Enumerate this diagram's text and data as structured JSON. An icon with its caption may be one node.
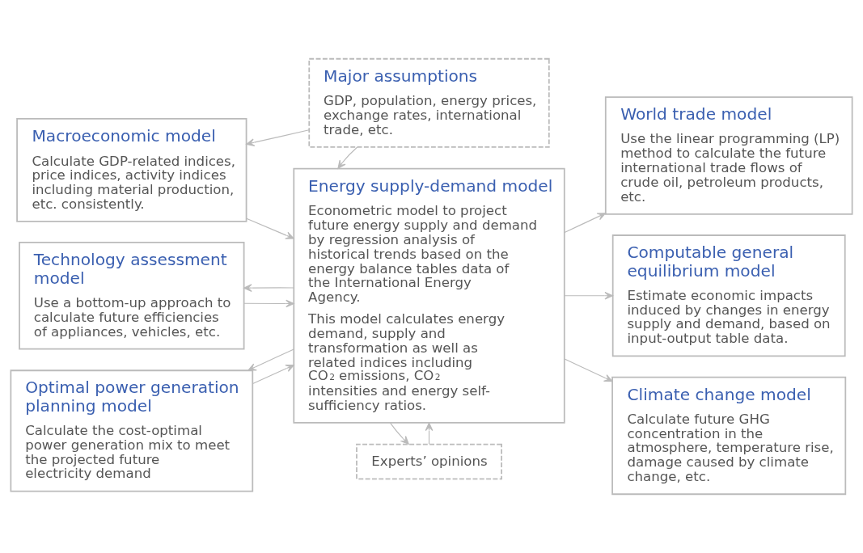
{
  "diagram": {
    "nodes": [
      {
        "text": [
          "Major assumptions",
          "GDP, population, energy prices, exchange rates, international trade, etc."
        ]
      },
      {
        "text": [
          "Macroeconomic model",
          "Calculate GDP-related indices, price indices, activity indices including material production, etc. consistently."
        ]
      },
      {
        "text": [
          "Technology assessment model",
          "Use a bottom-up approach to calculate future efficiencies of appliances, vehicles, etc."
        ]
      },
      {
        "text": [
          "Optimal power generation planning model",
          "Calculate the cost-optimal power generation mix to meet the projected future electricity demand"
        ]
      },
      {
        "text": [
          "Energy supply-demand model",
          "Econometric model to project future energy supply and demand by regression analysis of historical trends based on the energy balance tables data of the International Energy Agency.",
          "This model calculates energy demand, supply and transformation as well as related indices including CO$_{2}$ emissions, CO$_{2}$ intensities and energy self-sufficiency ratios."
        ]
      },
      {
        "text": [
          "World trade model",
          "Use the linear programming (LP) method to calculate the future international trade flows of crude oil, petroleum products, etc."
        ]
      },
      {
        "text": [
          "Computable general equilibrium model",
          "Estimate economic impacts induced by changes in energy supply and demand, based on input-output table data."
        ]
      },
      {
        "text": [
          "Climate change model",
          "Calculate future GHG concentration in the atmosphere, temperature rise, damage caused by climate change, etc."
        ]
      },
      {
        "text": [
          "Experts’ opinions"
        ]
      }
    ],
    "edges": [
      {
        "from": 0,
        "to": 1,
        "arrow": "to"
      },
      {
        "from": 0,
        "to": 4,
        "arrow": "to"
      },
      {
        "from": 1,
        "to": 4,
        "arrow": "to"
      },
      {
        "from": 2,
        "to": 4,
        "arrow": "to"
      },
      {
        "from": 4,
        "to": 2,
        "arrow": "to"
      },
      {
        "from": 3,
        "to": 4,
        "arrow": "to"
      },
      {
        "from": 4,
        "to": 3,
        "arrow": "to"
      },
      {
        "from": 4,
        "to": 5,
        "arrow": "to"
      },
      {
        "from": 4,
        "to": 6,
        "arrow": "to"
      },
      {
        "from": 4,
        "to": 7,
        "arrow": "to"
      },
      {
        "from": 8,
        "to": 4,
        "arrow": "to"
      },
      {
        "from": 4,
        "to": 8,
        "arrow": "to"
      }
    ]
  }
}
